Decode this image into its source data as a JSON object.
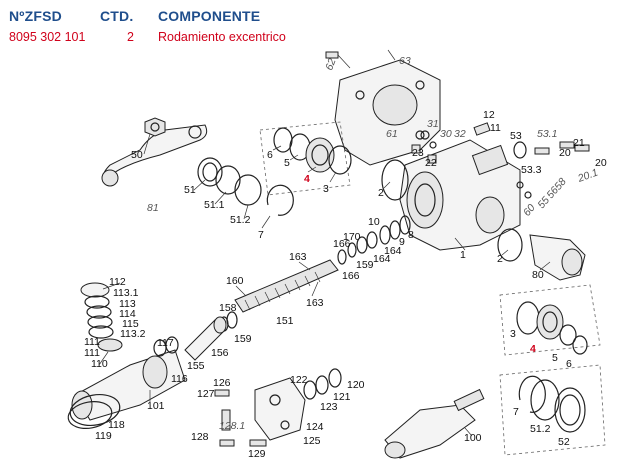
{
  "header": {
    "col_ref": "NºZFSD",
    "col_qty": "CTD.",
    "col_comp": "COMPONENTE"
  },
  "row": {
    "ref": "8095 302 101",
    "qty": "2",
    "comp": "Rodamiento excentrico"
  },
  "labels": {
    "l1": "1",
    "l2a": "2",
    "l2b": "2",
    "l3a": "3",
    "l3b": "3",
    "l4a": "4",
    "l4b": "4",
    "l5a": "5",
    "l5b": "5",
    "l6a": "6",
    "l6b": "6",
    "l7a": "7",
    "l7b": "7",
    "l8": "8",
    "l9": "9",
    "l10": "10",
    "l11": "11",
    "l12": "12",
    "l20a": "20",
    "l20b": "20",
    "l21": "21",
    "l22": "22",
    "l23": "23",
    "l30": "30",
    "l31": "31",
    "l32": "32",
    "l50": "50",
    "l51": "51",
    "l511": "51.1",
    "l512a": "51.2",
    "l512b": "51.2",
    "l52": "52",
    "l53": "53",
    "l531": "53.1",
    "l533": "53.3",
    "l55": "55",
    "l56": "56",
    "l58": "58",
    "l60": "60",
    "l61": "61",
    "l62": "62",
    "l63": "63",
    "l80": "80",
    "l81": "81",
    "l100": "100",
    "l101": "101",
    "l110": "110",
    "l111a": "111",
    "l111b": "111",
    "l112": "112",
    "l1131": "113.1",
    "l113": "113",
    "l114": "114",
    "l115": "115",
    "l1132": "113.2",
    "l116": "116",
    "l117": "117",
    "l118": "118",
    "l119": "119",
    "l120": "120",
    "l121": "121",
    "l122": "122",
    "l123": "123",
    "l124": "124",
    "l125": "125",
    "l126": "126",
    "l127": "127",
    "l128": "128",
    "l1281": "128.1",
    "l129": "129",
    "l151": "151",
    "l155": "155",
    "l156": "156",
    "l158": "158",
    "l159a": "159",
    "l159b": "159",
    "l160": "160",
    "l163a": "163",
    "l163b": "163",
    "l164a": "164",
    "l164b": "164",
    "l166a": "166",
    "l166b": "166",
    "l170": "170",
    "l201": "20.1",
    "l53dot3": "53.3"
  },
  "colors": {
    "header": "#1f4e8c",
    "highlight": "#d0021b"
  }
}
